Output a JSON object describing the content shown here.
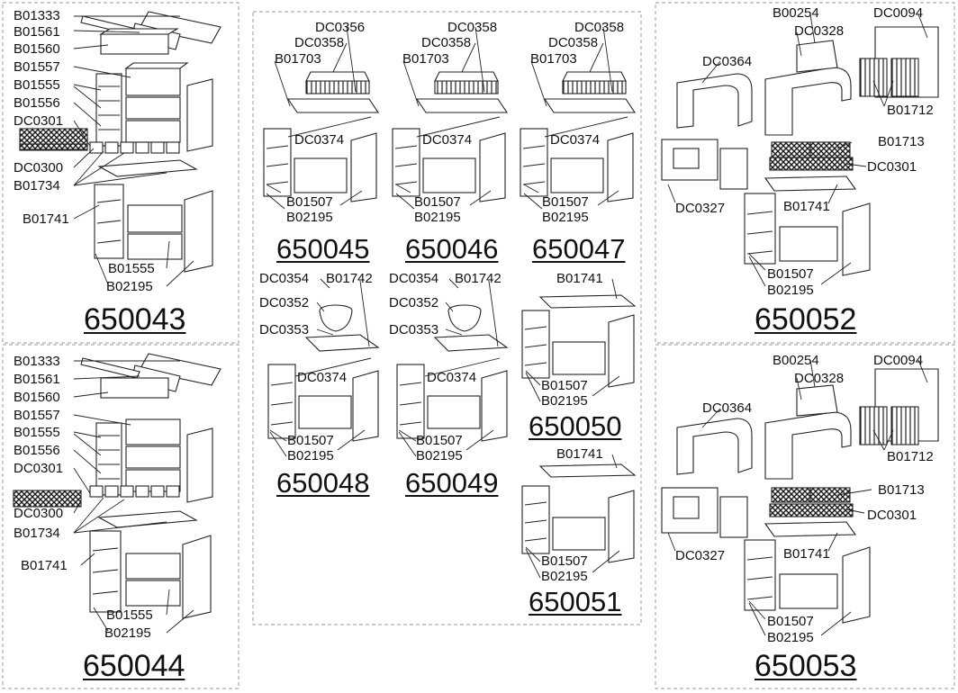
{
  "models": {
    "m650043": "650043",
    "m650044": "650044",
    "m650045": "650045",
    "m650046": "650046",
    "m650047": "650047",
    "m650048": "650048",
    "m650049": "650049",
    "m650050": "650050",
    "m650051": "650051",
    "m650052": "650052",
    "m650053": "650053"
  },
  "parts": {
    "B01333": "B01333",
    "B01561": "B01561",
    "B01560": "B01560",
    "B01557": "B01557",
    "B01555": "B01555",
    "B01556": "B01556",
    "DC0301": "DC0301",
    "DC0300": "DC0300",
    "B01734": "B01734",
    "B01741": "B01741",
    "B02195": "B02195",
    "B01507": "B01507",
    "DC0356": "DC0356",
    "DC0358": "DC0358",
    "B01703": "B01703",
    "DC0374": "DC0374",
    "DC0354": "DC0354",
    "B01742": "B01742",
    "DC0352": "DC0352",
    "DC0353": "DC0353",
    "B00254": "B00254",
    "DC0094": "DC0094",
    "DC0328": "DC0328",
    "DC0364": "DC0364",
    "B01712": "B01712",
    "B01713": "B01713",
    "DC0327": "DC0327"
  },
  "colors": {
    "line": "#222222",
    "frame": "#999999",
    "grate": "#1a1a1a"
  }
}
